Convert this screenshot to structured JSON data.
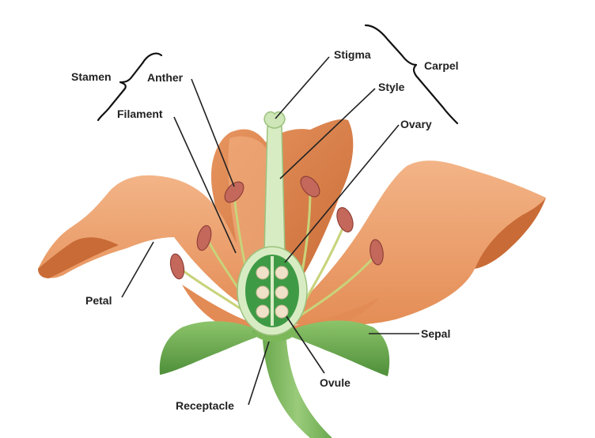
{
  "labels": {
    "stamen": "Stamen",
    "anther": "Anther",
    "filament": "Filament",
    "stigma": "Stigma",
    "carpel": "Carpel",
    "style": "Style",
    "ovary": "Ovary",
    "petal": "Petal",
    "sepal": "Sepal",
    "ovule": "Ovule",
    "receptacle": "Receptacle"
  },
  "colors": {
    "petal": "#eda070",
    "petal_dark": "#c96b36",
    "petal_light": "#f6c29a",
    "sepal": "#6fae4e",
    "sepal_dark": "#3f7f2f",
    "stem": "#7fba5f",
    "pistil": "#d8ecc4",
    "ovary_inner": "#3f9a45",
    "ovule": "#efe2c8",
    "anther": "#c4685c",
    "filament": "#c8d37a"
  }
}
